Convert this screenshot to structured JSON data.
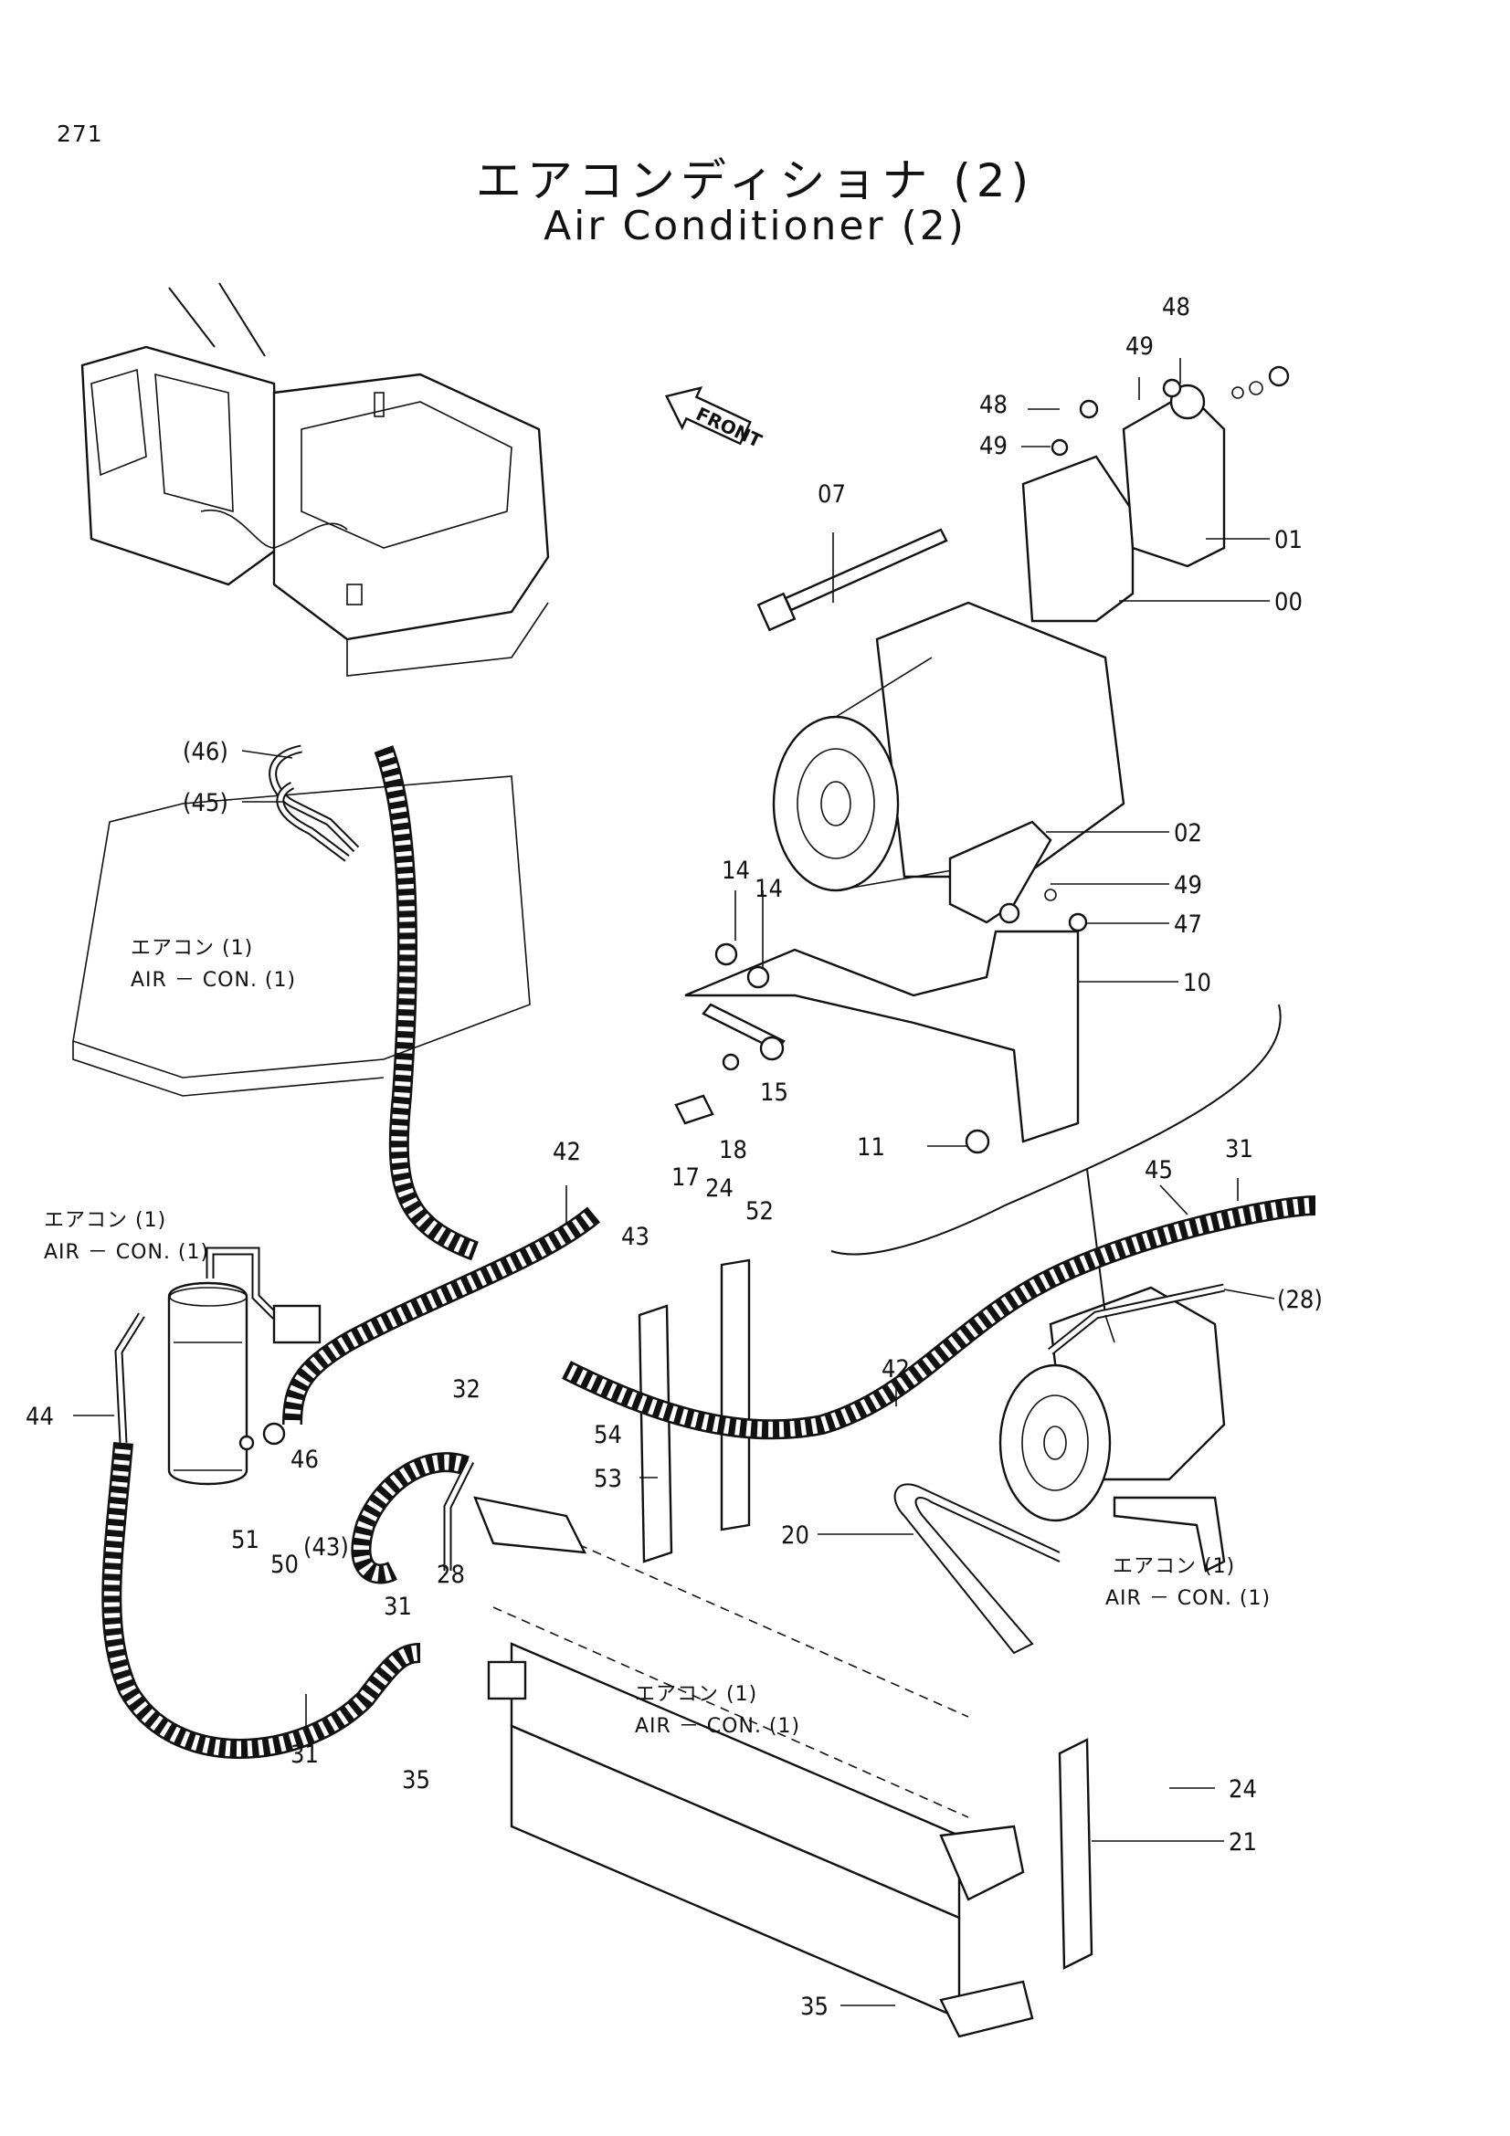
{
  "page_number": "271",
  "title_jp": "エアコンディショナ (2)",
  "title_en": "Air Conditioner (2)",
  "front_label": "FRONT",
  "callouts": [
    {
      "id": "c-48a",
      "text": "48"
    },
    {
      "id": "c-49a",
      "text": "49"
    },
    {
      "id": "c-48b",
      "text": "48"
    },
    {
      "id": "c-49b",
      "text": "49"
    },
    {
      "id": "c-07",
      "text": "07"
    },
    {
      "id": "c-01",
      "text": "01"
    },
    {
      "id": "c-00",
      "text": "00"
    },
    {
      "id": "c-02",
      "text": "02"
    },
    {
      "id": "c-49c",
      "text": "49"
    },
    {
      "id": "c-47",
      "text": "47"
    },
    {
      "id": "c-14a",
      "text": "14"
    },
    {
      "id": "c-14b",
      "text": "14"
    },
    {
      "id": "c-10",
      "text": "10"
    },
    {
      "id": "c-15",
      "text": "15"
    },
    {
      "id": "c-18",
      "text": "18"
    },
    {
      "id": "c-17",
      "text": "17"
    },
    {
      "id": "c-11",
      "text": "11"
    },
    {
      "id": "c-46p",
      "text": "(46)"
    },
    {
      "id": "c-45p",
      "text": "(45)"
    },
    {
      "id": "c-42a",
      "text": "42"
    },
    {
      "id": "c-43",
      "text": "43"
    },
    {
      "id": "c-24a",
      "text": "24"
    },
    {
      "id": "c-52",
      "text": "52"
    },
    {
      "id": "c-45",
      "text": "45"
    },
    {
      "id": "c-31a",
      "text": "31"
    },
    {
      "id": "c-28p",
      "text": "(28)"
    },
    {
      "id": "c-42b",
      "text": "42"
    },
    {
      "id": "c-32",
      "text": "32"
    },
    {
      "id": "c-54",
      "text": "54"
    },
    {
      "id": "c-53",
      "text": "53"
    },
    {
      "id": "c-44",
      "text": "44"
    },
    {
      "id": "c-46",
      "text": "46"
    },
    {
      "id": "c-43p",
      "text": "(43)"
    },
    {
      "id": "c-51",
      "text": "51"
    },
    {
      "id": "c-50",
      "text": "50"
    },
    {
      "id": "c-31b",
      "text": "31"
    },
    {
      "id": "c-28",
      "text": "28"
    },
    {
      "id": "c-20",
      "text": "20"
    },
    {
      "id": "c-35a",
      "text": "35"
    },
    {
      "id": "c-31c",
      "text": "31"
    },
    {
      "id": "c-24b",
      "text": "24"
    },
    {
      "id": "c-21",
      "text": "21"
    },
    {
      "id": "c-35b",
      "text": "35"
    }
  ],
  "notes": [
    {
      "id": "n1",
      "jp": "エアコン (1)",
      "en": "AIR － CON. (1)"
    },
    {
      "id": "n2",
      "jp": "エアコン (1)",
      "en": "AIR － CON. (1)"
    },
    {
      "id": "n3",
      "jp": "エアコン (1)",
      "en": "AIR － CON. (1)"
    },
    {
      "id": "n4",
      "jp": "エアコン (1)",
      "en": "AIR － CON. (1)"
    }
  ]
}
